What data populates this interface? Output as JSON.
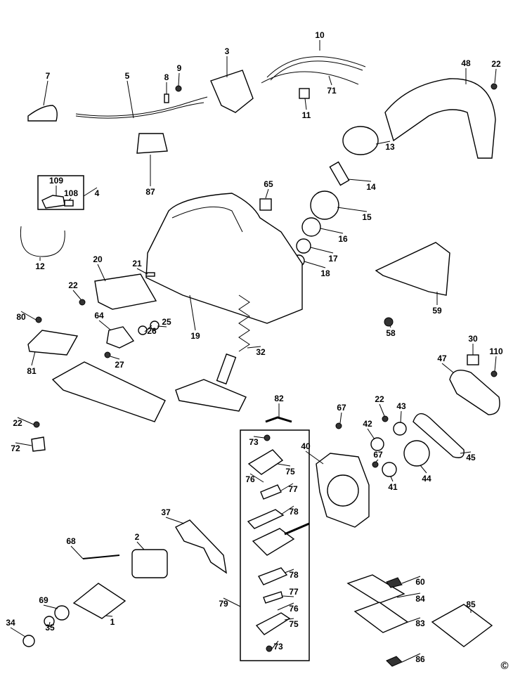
{
  "diagram": {
    "type": "exploded parts diagram",
    "part_labels": [
      "7",
      "5",
      "8",
      "9",
      "3",
      "10",
      "71",
      "11",
      "48",
      "22",
      "13",
      "14",
      "109",
      "108",
      "4",
      "87",
      "65",
      "15",
      "16",
      "12",
      "17",
      "18",
      "20",
      "21",
      "22",
      "80",
      "64",
      "26",
      "25",
      "59",
      "58",
      "19",
      "32",
      "81",
      "27",
      "30",
      "47",
      "110",
      "82",
      "67",
      "22",
      "43",
      "42",
      "22",
      "72",
      "73",
      "75",
      "40",
      "67",
      "76",
      "77",
      "78",
      "45",
      "44",
      "41",
      "37",
      "2",
      "68",
      "78",
      "77",
      "60",
      "84",
      "76",
      "69",
      "79",
      "1",
      "75",
      "83",
      "85",
      "34",
      "35",
      "73",
      "86"
    ],
    "copyright_mark": "©"
  }
}
